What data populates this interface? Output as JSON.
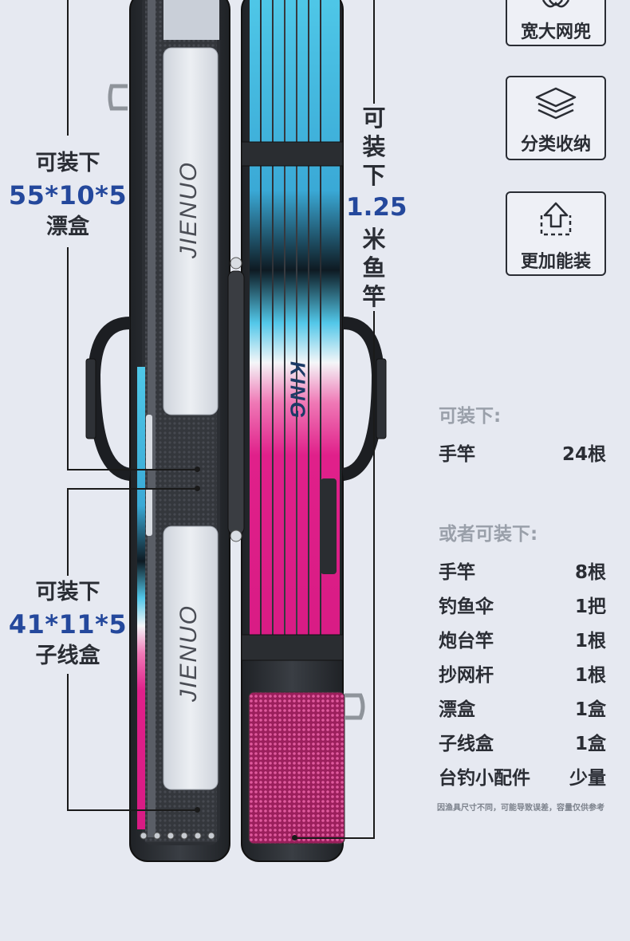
{
  "left_callouts": [
    {
      "title": "可装下",
      "dims": "55*10*5",
      "item": "漂盒"
    },
    {
      "title": "可装下",
      "dims": "41*11*5",
      "item": "子线盒"
    }
  ],
  "rod_callout": {
    "chars_top": [
      "可",
      "装",
      "下"
    ],
    "dims": "1.25",
    "chars_bottom": [
      "米",
      "鱼",
      "竿"
    ]
  },
  "features": [
    {
      "label": "宽大网兜",
      "icon": "net-icon"
    },
    {
      "label": "分类收纳",
      "icon": "layers-icon"
    },
    {
      "label": "更加能装",
      "icon": "expand-icon"
    }
  ],
  "bag_brand": "JIENUO",
  "rod_brand": "KING",
  "capacity": {
    "title1": "可装下:",
    "rows1": [
      {
        "name": "手竿",
        "qty": "24根"
      }
    ],
    "title2": "或者可装下:",
    "rows2": [
      {
        "name": "手竿",
        "qty": "8根"
      },
      {
        "name": "钓鱼伞",
        "qty": "1把"
      },
      {
        "name": "炮台竿",
        "qty": "1根"
      },
      {
        "name": "抄网杆",
        "qty": "1根"
      },
      {
        "name": "漂盒",
        "qty": "1盒"
      },
      {
        "name": "子线盒",
        "qty": "1盒"
      },
      {
        "name": "台钓小配件",
        "qty": "少量"
      }
    ],
    "note": "因渔具尺寸不同，可能导致误差，容量仅供参考"
  },
  "colors": {
    "background": "#e6e9f1",
    "accent_blue": "#24489c",
    "text_dark": "#2a2d34",
    "rod_cyan": "#3ec3e6",
    "rod_pink": "#e8338f"
  }
}
